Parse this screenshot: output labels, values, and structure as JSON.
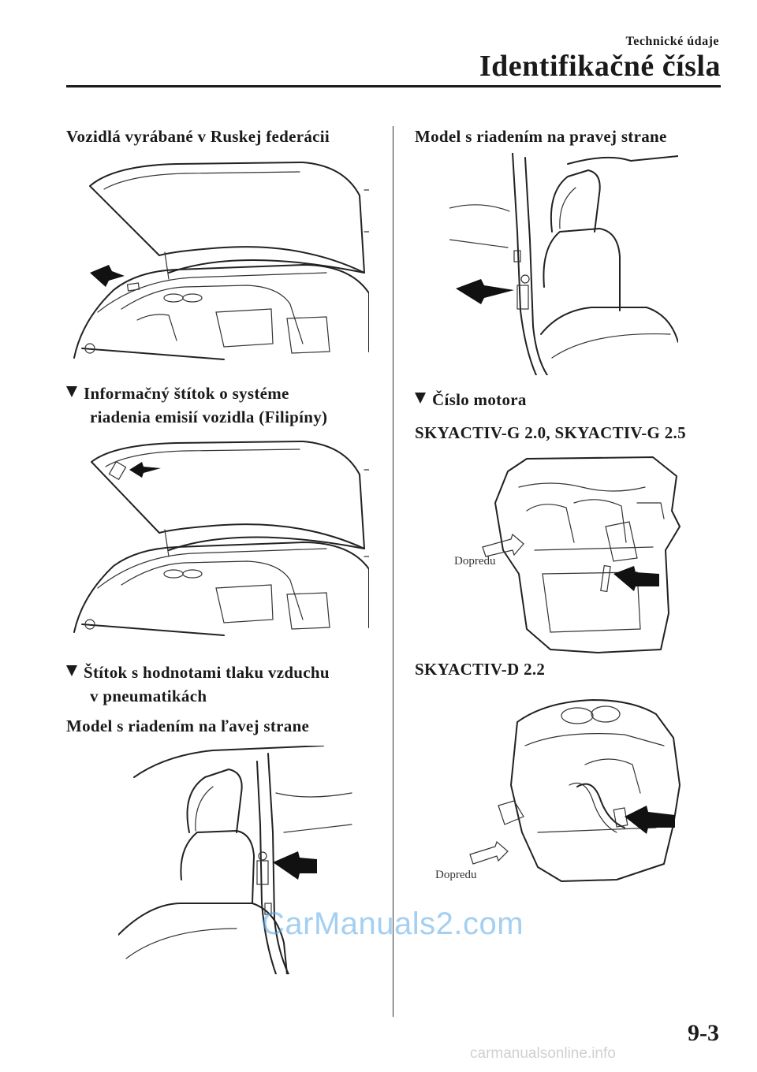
{
  "header": {
    "section": "Technické údaje",
    "chapter": "Identifikačné čísla"
  },
  "left_column": {
    "heading_russia": "Vozidlá vyrábané v Ruskej federácii",
    "emission_label": {
      "line1": "Informačný štítok o systéme",
      "line2": "riadenia emisií vozidla (Filipíny)"
    },
    "tire_label": {
      "line1": "Štítok s hodnotami tlaku vzduchu",
      "line2": "v pneumatikách"
    },
    "lhd_heading": "Model s riadením na ľavej strane"
  },
  "right_column": {
    "rhd_heading": "Model s riadením na pravej strane",
    "engine_number": "Číslo motora",
    "engine_g": "SKYACTIV-G 2.0, SKYACTIV-G 2.5",
    "engine_g_forward": "Dopredu",
    "engine_d": "SKYACTIV-D 2.2",
    "engine_d_forward": "Dopredu"
  },
  "footer": {
    "page_number": "9-3",
    "watermark": "CarManuals2.com",
    "source": "carmanualsonline.info"
  },
  "icons": [
    "triangle-bullet-icon",
    "pointer-arrow-icon",
    "forward-arrow-icon"
  ]
}
